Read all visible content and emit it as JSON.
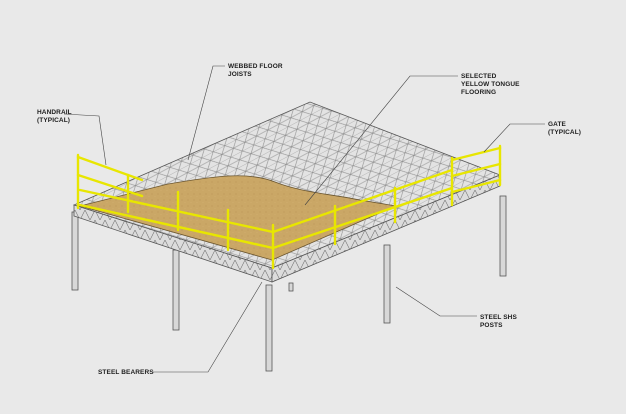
{
  "labels": {
    "webbed_floor_joists": [
      "WEBBED FLOOR",
      "JOISTS"
    ],
    "yellow_tongue_flooring": [
      "SELECTED",
      "YELLOW TONGUE",
      "FLOORING"
    ],
    "handrail": [
      "HANDRAIL",
      "(TYPICAL)"
    ],
    "gate": [
      "GATE",
      "(TYPICAL)"
    ],
    "steel_shs_posts": [
      "STEEL SHS",
      "POSTS"
    ],
    "steel_bearers": [
      "STEEL BEARERS"
    ]
  },
  "colors": {
    "background": "#e9e9e9",
    "handrail": "#e8e600",
    "flooring": "#c9a665",
    "steel": "#d9d9d9",
    "outline": "#4a4a4a",
    "leader": "#444444"
  }
}
